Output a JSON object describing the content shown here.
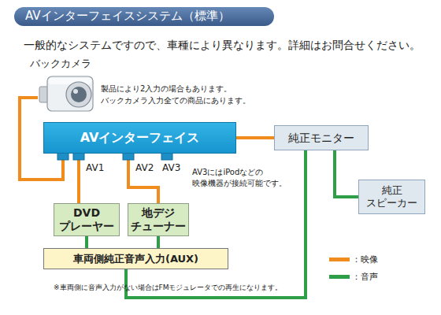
{
  "diagram": {
    "title": "AVインターフェイスシステム（標準）",
    "nodes": [
      {
        "text": [
          "バックカメラ"
        ]
      },
      {
        "text": [
          "AVインターフェイス"
        ]
      },
      {
        "text": [
          "純正モニター"
        ]
      },
      {
        "text": [
          "純正 スピーカー"
        ]
      },
      {
        "text": [
          "DVD プレーヤー"
        ]
      },
      {
        "text": [
          "地デジ チューナー"
        ]
      },
      {
        "text": [
          "車両側純正音声入力(AUX)"
        ]
      }
    ],
    "edges": [
      {
        "from": 0,
        "to": 1,
        "arrow": "none"
      },
      {
        "from": 1,
        "to": 2,
        "arrow": "none"
      },
      {
        "from": 1,
        "to": 4,
        "arrow": "none"
      },
      {
        "from": 1,
        "to": 5,
        "arrow": "none"
      },
      {
        "from": 4,
        "to": 6,
        "arrow": "none"
      },
      {
        "from": 5,
        "to": 6,
        "arrow": "none"
      },
      {
        "from": 6,
        "to": 2,
        "arrow": "none"
      },
      {
        "from": 2,
        "to": 3,
        "arrow": "none"
      }
    ],
    "labels": [
      "一般的なシステムですので、車種により異なります。詳細はお問合せください。",
      "製品により2入力の場合もあります。",
      "バックカメラ入力全ての商品にあります。",
      "AV1",
      "AV2",
      "AV3",
      "AV3にはiPodなどの",
      "映像機器が接続可能です。",
      "※車両側に音声入力がない場合はFMモジュレータでの再生になります。"
    ],
    "legend": [
      {
        "text": "：映像",
        "color": "#f08c1e"
      },
      {
        "text": "：音声",
        "color": "#2e9e48"
      }
    ]
  }
}
